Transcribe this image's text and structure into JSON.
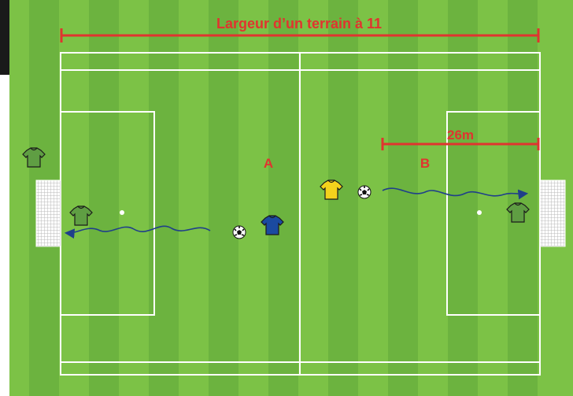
{
  "diagram": {
    "title": "Largeur d’un terrain à 11",
    "distance_label": "26m",
    "zone_a_label": "A",
    "zone_b_label": "B"
  },
  "colors": {
    "grass_dark": "#5fa83a",
    "grass_light": "#7cc246",
    "field_line": "#ffffff",
    "annotation_red": "#e0342f",
    "run_arrow": "#1f3f8a",
    "goalkeeper_shirt": "#5f9e43",
    "attacker_yellow_shirt": "#f4d21c",
    "attacker_blue_shirt": "#1a4aa0"
  },
  "players": [
    {
      "role": "substitute-goalkeeper",
      "shirt": "goalkeeper_shirt"
    },
    {
      "role": "goalkeeper-left",
      "shirt": "goalkeeper_shirt"
    },
    {
      "role": "attacker-blue",
      "shirt": "attacker_blue_shirt"
    },
    {
      "role": "attacker-yellow",
      "shirt": "attacker_yellow_shirt"
    },
    {
      "role": "goalkeeper-right",
      "shirt": "goalkeeper_shirt"
    }
  ],
  "icons": {
    "shirt": "jersey-icon",
    "ball": "soccer-ball-icon",
    "goal": "goal-net-icon"
  }
}
